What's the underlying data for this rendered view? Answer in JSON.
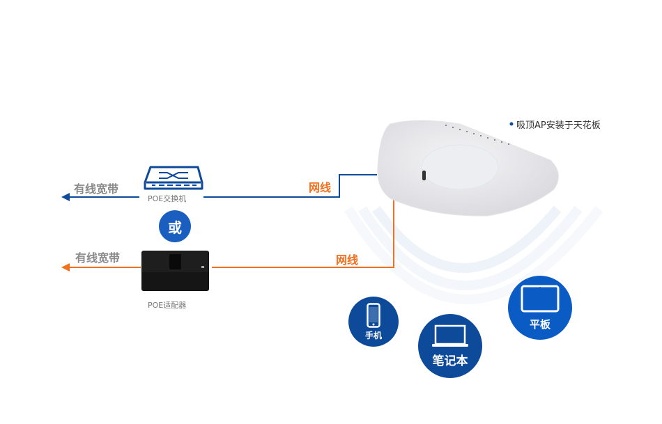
{
  "labels": {
    "broadband_top": "有线宽带",
    "broadband_bottom": "有线宽带",
    "cable_top": "网线",
    "cable_bottom": "网线",
    "poe_switch": "POE交换机",
    "poe_adapter": "POE适配器",
    "or": "或",
    "ap_note": "吸顶AP安装于天花板"
  },
  "devices": [
    {
      "label": "手机",
      "icon": "phone-icon"
    },
    {
      "label": "笔记本",
      "icon": "laptop-icon"
    },
    {
      "label": "平板",
      "icon": "tablet-icon"
    }
  ],
  "colors": {
    "blue": "#0d4a99",
    "orange": "#f07020",
    "tablet_blue": "#0a5bc4"
  }
}
